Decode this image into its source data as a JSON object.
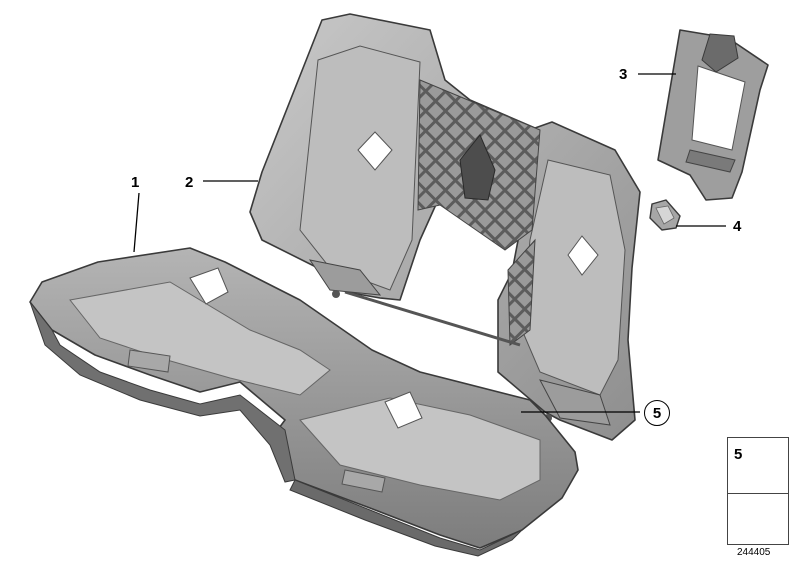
{
  "diagram": {
    "callouts": [
      "1",
      "2",
      "3",
      "4",
      "5"
    ],
    "legend": {
      "part_number": "5"
    },
    "diagram_id": "244405"
  }
}
